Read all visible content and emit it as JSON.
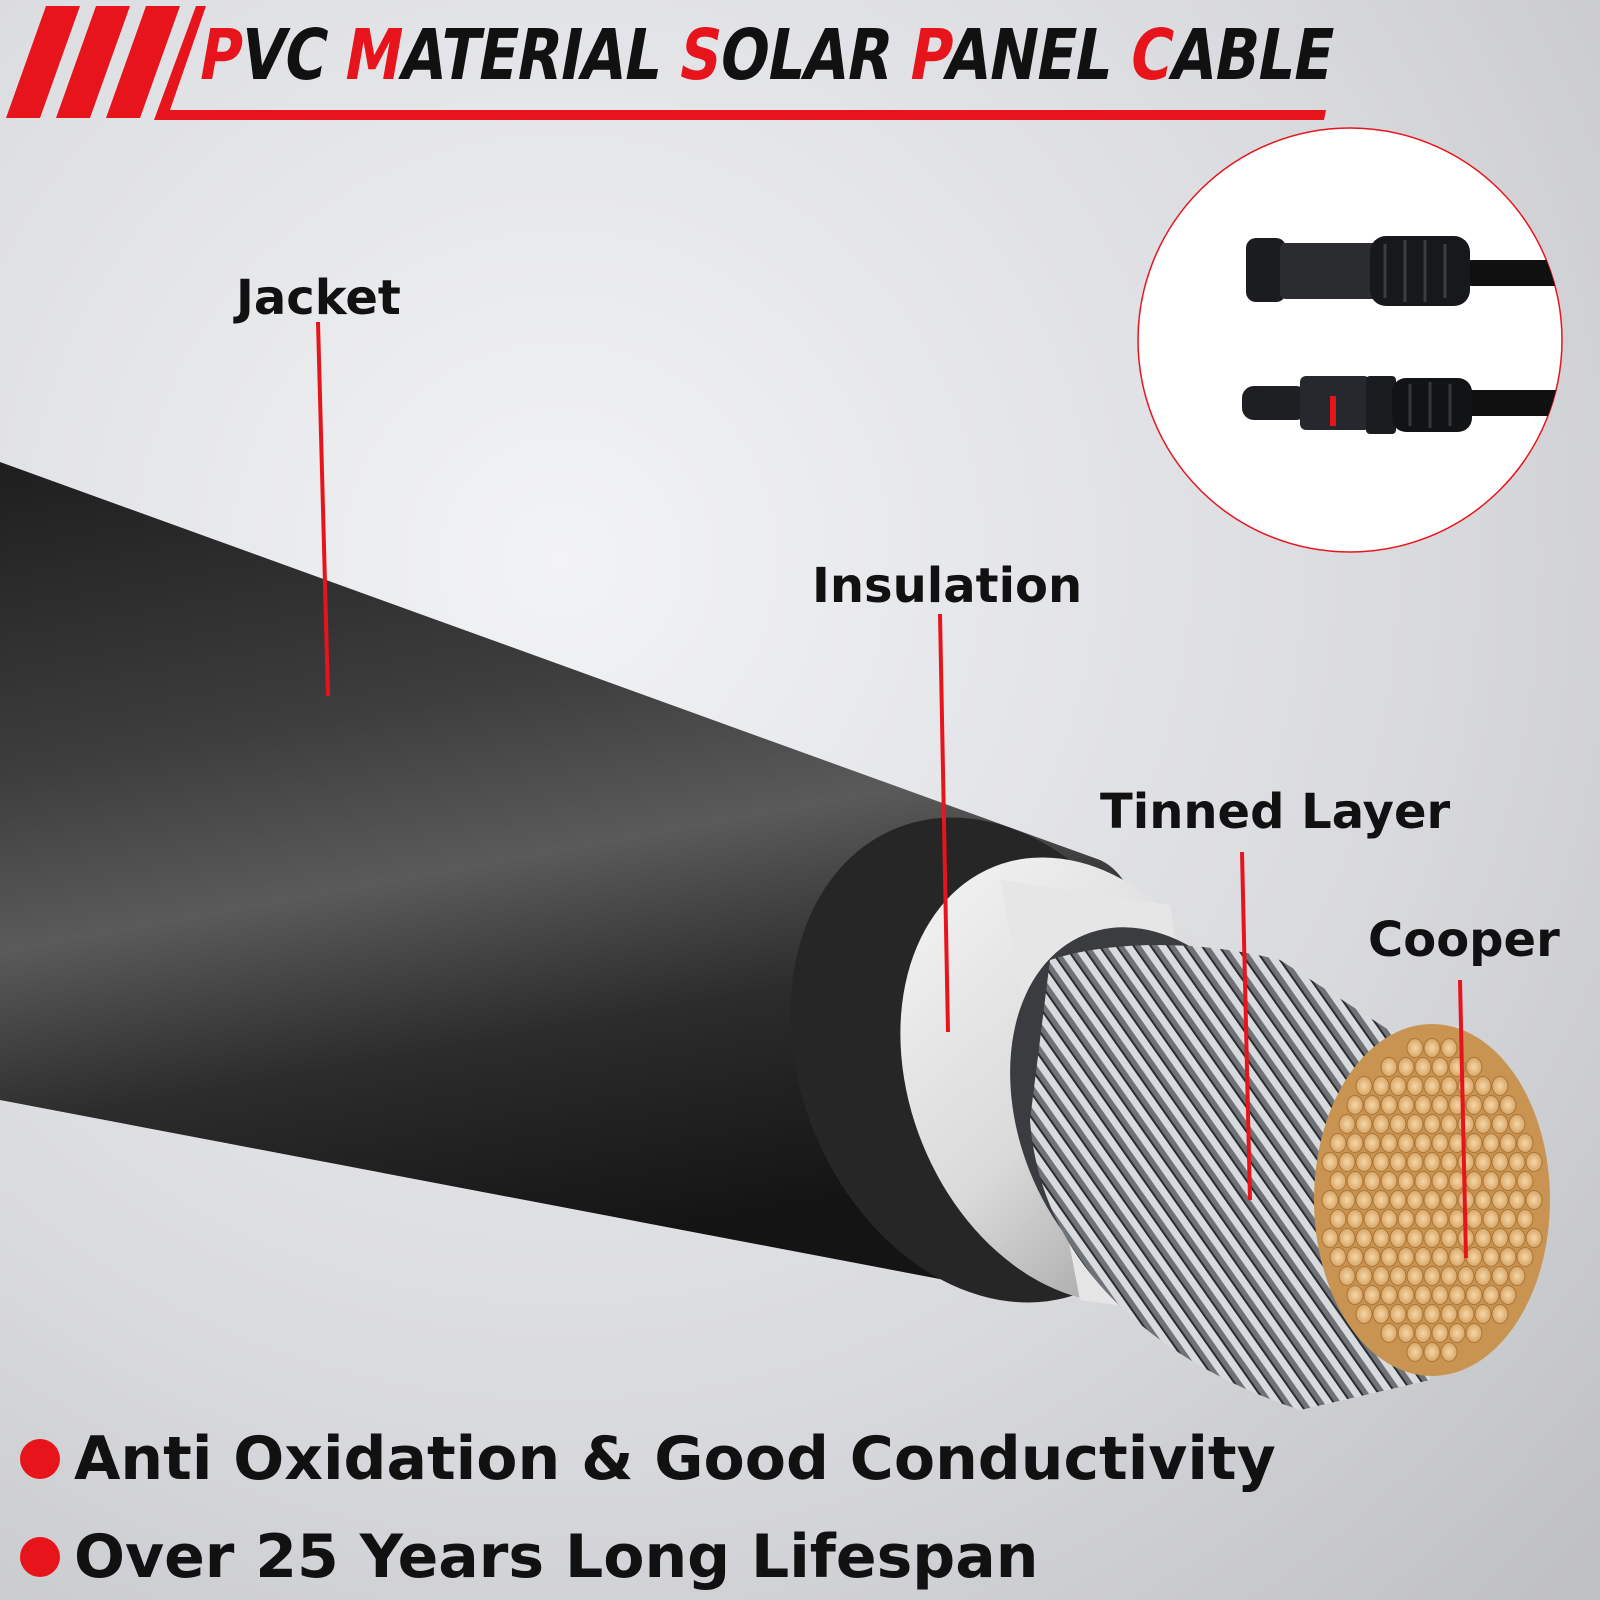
{
  "title": {
    "words": [
      {
        "cap": "P",
        "rest": "VC"
      },
      {
        "cap": "M",
        "rest": "ATERIAL"
      },
      {
        "cap": "S",
        "rest": "OLAR"
      },
      {
        "cap": "P",
        "rest": "ANEL"
      },
      {
        "cap": "C",
        "rest": "ABLE"
      }
    ]
  },
  "labels": {
    "jacket": "Jacket",
    "insulation": "Insulation",
    "tinned_layer": "Tinned Layer",
    "copper": "Cooper"
  },
  "features": [
    "Anti Oxidation & Good Conductivity",
    "Over 25 Years Long Lifespan"
  ],
  "colors": {
    "accent": "#e8141c",
    "jacket": "#2a2a2a",
    "insulation": "#e4e4e4",
    "copper": "#e9c48e"
  }
}
